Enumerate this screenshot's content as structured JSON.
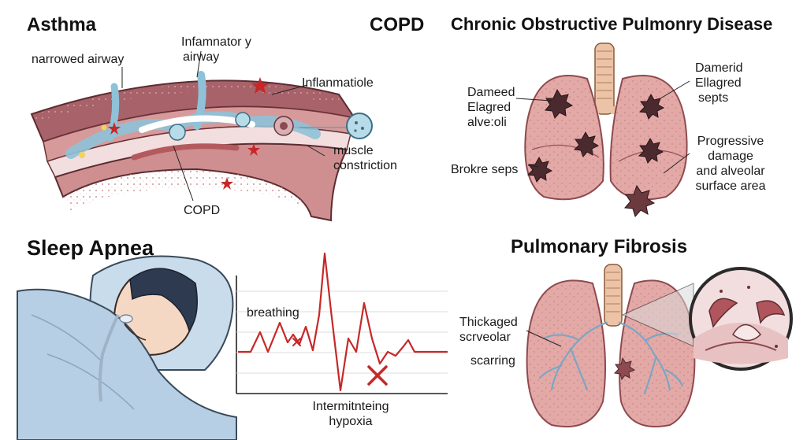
{
  "asthma": {
    "title": "Asthma",
    "label_narrowed": "narrowed airway",
    "label_inflamm_1": "Infamnator y",
    "label_inflamm_2": "airway",
    "label_inflammatiole": "Inflanmatiole",
    "label_muscle_1": "muscle",
    "label_muscle_2": "constriction",
    "label_copd": "COPD"
  },
  "copd": {
    "title": "COPD",
    "full_title": "Chronic Obstructive Pulmonry Disease",
    "label_damaged_1": "Dameed",
    "label_damaged_2": "Elagred",
    "label_damaged_3": "alve:oli",
    "label_broken": "Brokre seps",
    "label_damerid_1": "Damerid",
    "label_damerid_2": "Ellagred",
    "label_damerid_3": "septs",
    "label_progressive_1": "Progressive",
    "label_progressive_2": "damage",
    "label_progressive_3": "and alveolar",
    "label_progressive_4": "surface area"
  },
  "sleep_apnea": {
    "title": "Sleep Apnea",
    "label_breathing": "breathing",
    "label_hypoxia_1": "Intermitnteing",
    "label_hypoxia_2": "hypoxia"
  },
  "fibrosis": {
    "title": "Pulmonary Fibrosis",
    "label_thick_1": "Thickaged",
    "label_thick_2": "scrveolar",
    "label_scarring": "scarring"
  },
  "colors": {
    "tissue": "#c98a8a",
    "tissue_dark": "#8e4a4e",
    "mucus": "#a9cfe0",
    "signal": "#c62828",
    "lung": "#e3a9a7",
    "trachea": "#ecc3a6"
  },
  "icons": [
    "x-mark-icon",
    "star-cell-icon",
    "damage-spot-icon",
    "magnify-lens-icon"
  ]
}
